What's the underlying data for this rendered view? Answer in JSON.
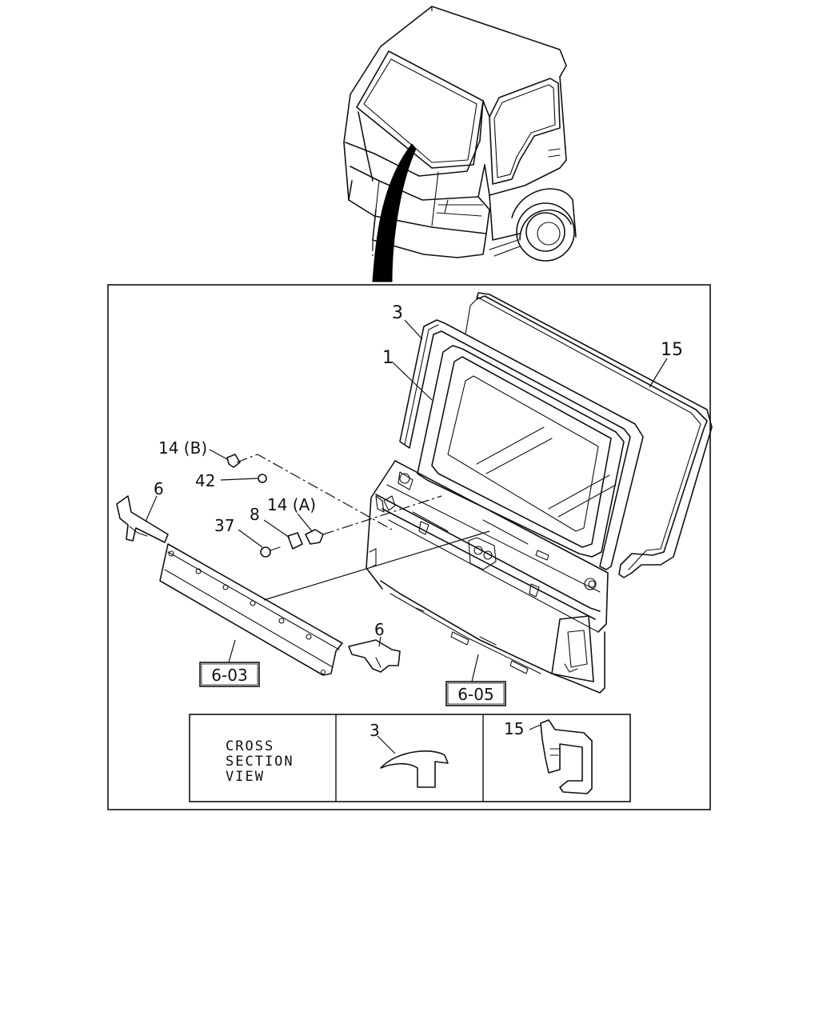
{
  "callouts": {
    "c3": "3",
    "c1": "1",
    "c15": "15",
    "c14b": "14 (B)",
    "c42": "42",
    "c6_left": "6",
    "c8": "8",
    "c14a": "14 (A)",
    "c37": "37",
    "c6_right": "6"
  },
  "refs": {
    "ref_603": "6-03",
    "ref_605": "6-05"
  },
  "cross_section": {
    "title_line1": "CROSS",
    "title_line2": "SECTION",
    "title_line3": "VIEW",
    "part_a": "3",
    "part_b": "15"
  }
}
